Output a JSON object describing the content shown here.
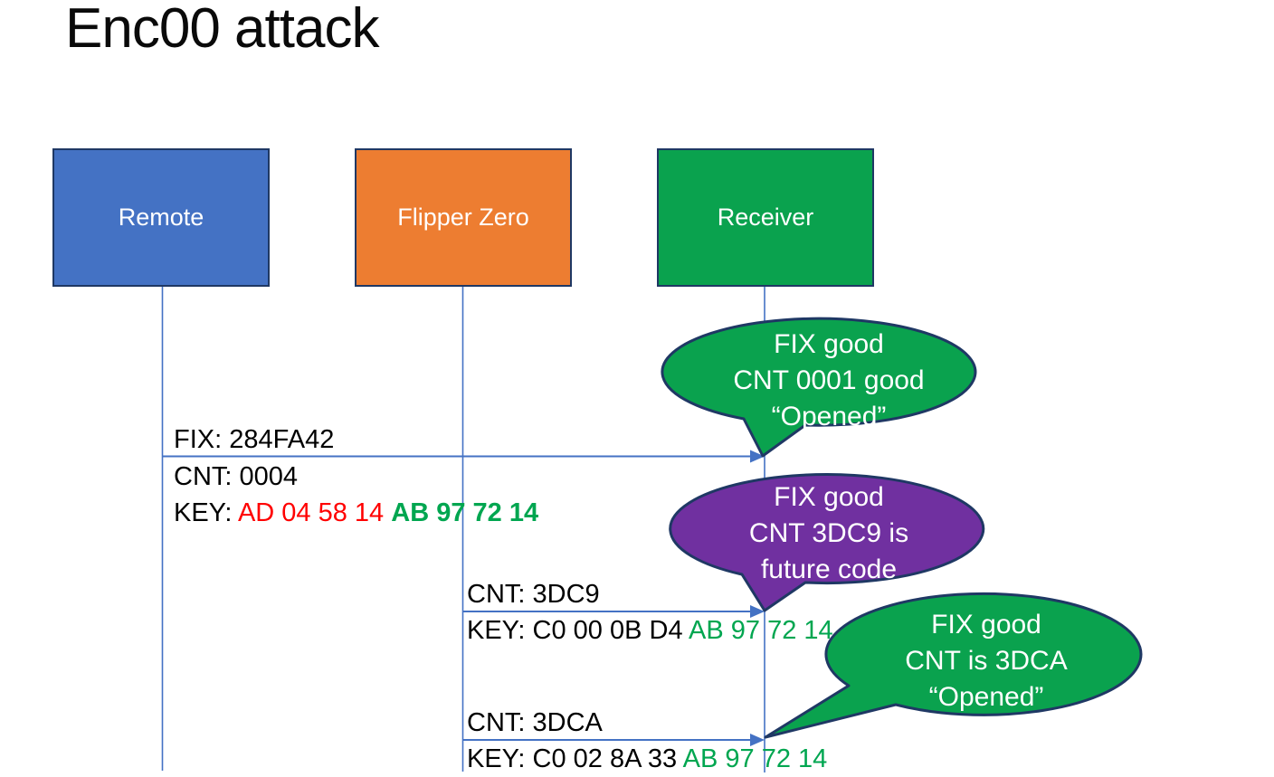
{
  "title": "Enc00 attack",
  "colors": {
    "actor_blue": "#4472C4",
    "actor_orange": "#ED7D31",
    "actor_green": "#0AA24E",
    "bubble_purple": "#7030A0",
    "outline_navy": "#1F3864",
    "line_blue": "#4472C4",
    "key_variable_red": "#FF0000",
    "key_fixed_green": "#00A650"
  },
  "actors": [
    {
      "label": "Remote",
      "fill": "#4472C4"
    },
    {
      "label": "Flipper Zero",
      "fill": "#ED7D31"
    },
    {
      "label": "Receiver",
      "fill": "#0AA24E"
    }
  ],
  "messages": [
    {
      "fix": "FIX: 284FA42",
      "cnt": "CNT: 0004",
      "key_prefix": "KEY: ",
      "key_variable": "AD 04 58 14 ",
      "key_fixed": "AB 97 72 14"
    },
    {
      "cnt": "CNT: 3DC9",
      "key_prefix": "KEY: C0 00 0B D4 ",
      "key_fixed": "AB 97 72 14"
    },
    {
      "cnt": "CNT: 3DCA",
      "key_prefix": "KEY: C0 02 8A 33 ",
      "key_fixed": "AB 97 72 14"
    }
  ],
  "bubbles": [
    {
      "fill": "#0AA24E",
      "lines": [
        "FIX good",
        "CNT 0001 good",
        "“Opened”"
      ]
    },
    {
      "fill": "#7030A0",
      "lines": [
        "FIX good",
        "CNT 3DC9 is",
        "future code"
      ]
    },
    {
      "fill": "#0AA24E",
      "lines": [
        "FIX good",
        "CNT is 3DCA",
        "“Opened”"
      ]
    }
  ]
}
